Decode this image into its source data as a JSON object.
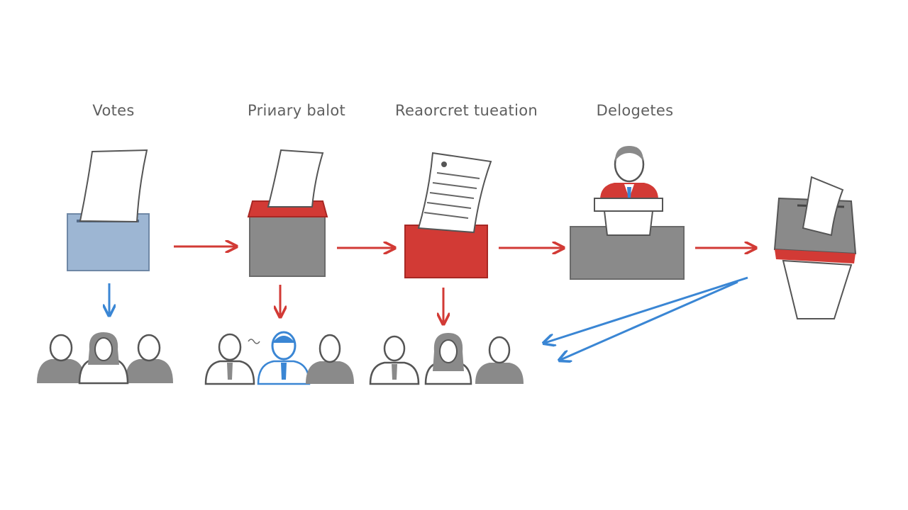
{
  "stages": [
    {
      "label": "Votes"
    },
    {
      "label": "Priиary balot"
    },
    {
      "label": "Reaorcret tueation"
    },
    {
      "label": "Delogetes"
    }
  ],
  "colors": {
    "red": "#d23a35",
    "blue": "#3a86d4",
    "grey": "#8a8a8a",
    "light_blue": "#9db6d3",
    "label": "#5f5f5f"
  }
}
